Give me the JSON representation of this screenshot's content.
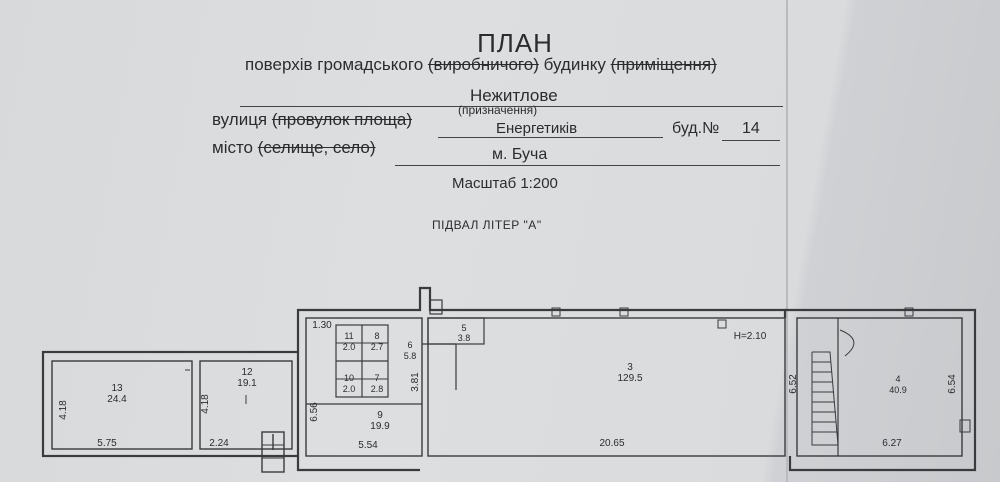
{
  "header": {
    "title": "ПЛАН",
    "line1_a": "поверхів громадського",
    "line1_strike1": "(виробничого)",
    "line1_b": "будинку",
    "line1_strike2": "(приміщення)",
    "purpose": "Нежитлове",
    "purpose_caption": "(призначення)",
    "street_label": "вулиця",
    "street_strike": "(провулок площа)",
    "street": "Енергетиків",
    "house_label": "буд.№",
    "house": "14",
    "city_label": "місто",
    "city_strike": "(селище, село)",
    "city": "м. Буча",
    "scale": "Масштаб 1:200",
    "level": "ПІДВАЛ   ЛІТЕР \"А\""
  },
  "rooms": [
    {
      "num": "13",
      "area": "24.4"
    },
    {
      "num": "12",
      "area": "19.1"
    },
    {
      "num": "11",
      "area": "2.0"
    },
    {
      "num": "8",
      "area": "2.7"
    },
    {
      "num": "10",
      "area": "2.0"
    },
    {
      "num": "7",
      "area": "2.8"
    },
    {
      "num": "6",
      "area": "5.8"
    },
    {
      "num": "9",
      "area": "19.9"
    },
    {
      "num": "5",
      "area": "3.8"
    },
    {
      "num": "3",
      "area": "129.5"
    },
    {
      "num": "4",
      "area": "40.9"
    }
  ],
  "dimensions": [
    "4.18",
    "5.75",
    "4.18",
    "2.24",
    "1.30",
    "6.56",
    "5.54",
    "3.81",
    "20.65",
    "6.52",
    "6.54",
    "6.27"
  ],
  "height_note": "H=2.10"
}
